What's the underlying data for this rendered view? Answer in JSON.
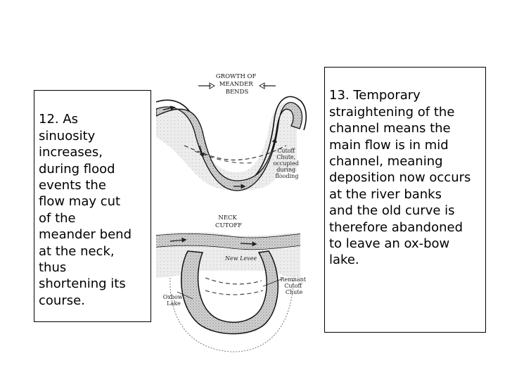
{
  "left_note": "12. As\nsinuosity\nincreases,\nduring flood\nevents the\nflow may cut\nof the\nmeander bend\nat the neck,\nthus\nshortening its\ncourse.",
  "right_note": "13. Temporary\nstraightening of the\nchannel  means the\nmain flow is in mid\nchannel, meaning\ndeposition now occurs\nat the river banks\nand the old curve is\ntherefore abandoned\nto leave an ox-bow\nlake.",
  "diagram": {
    "top": {
      "title_lines": [
        "GROWTH OF",
        "MEANDER",
        "BENDS"
      ],
      "label_lines": [
        "Cutoff",
        "Chute,",
        "occupied",
        "during",
        "flooding"
      ]
    },
    "bottom": {
      "title_lines": [
        "NECK",
        "CUTOFF"
      ],
      "new_levee": "New Levee",
      "oxbow_lines": [
        "Oxbow",
        "Lake"
      ],
      "remnant_lines": [
        "Remnant",
        "Cutoff",
        "Chute"
      ]
    }
  }
}
